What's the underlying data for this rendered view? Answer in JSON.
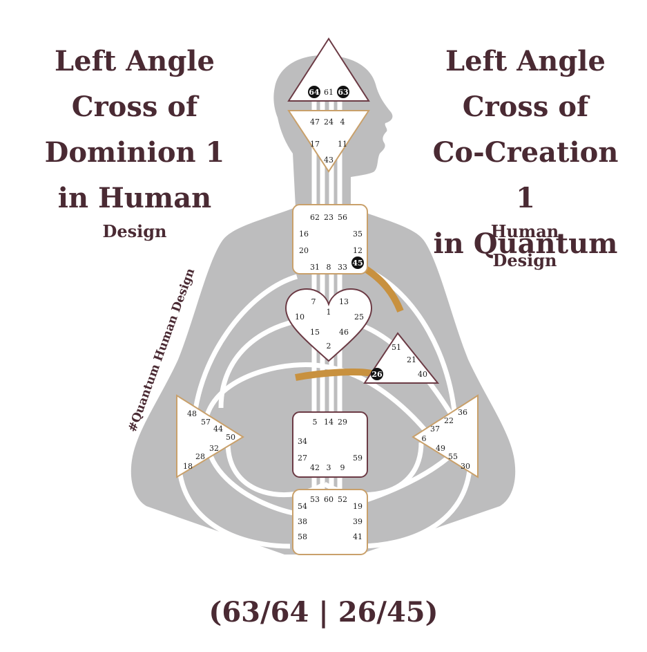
{
  "left_title": {
    "lines": [
      "Left Angle",
      "Cross of",
      "Dominion 1",
      "in Human"
    ],
    "sub": [
      "Design"
    ]
  },
  "right_title": {
    "lines": [
      "Left Angle",
      "Cross of",
      "Co-Creation 1",
      "in Quantum"
    ],
    "sub": [
      "Human",
      "Design"
    ]
  },
  "hashtag": "#Quantum Human Design",
  "formula": "(63/64 | 26/45)",
  "colors": {
    "text": "#4a2a33",
    "body": "#bdbdbe",
    "channel": "#c8913f",
    "center_border_gold": "#c9a06a",
    "center_border_maroon": "#6b3a44"
  },
  "centers": {
    "head": {
      "gates": [
        "64",
        "61",
        "63"
      ],
      "active": [
        "64",
        "63"
      ]
    },
    "ajna": {
      "gates": [
        "47",
        "24",
        "4",
        "17",
        "11",
        "43"
      ]
    },
    "throat": {
      "gates": [
        "62",
        "23",
        "56",
        "16",
        "35",
        "20",
        "12",
        "45",
        "31",
        "8",
        "33"
      ],
      "active": [
        "45"
      ]
    },
    "g": {
      "gates": [
        "7",
        "1",
        "13",
        "10",
        "25",
        "15",
        "46",
        "2"
      ]
    },
    "ego": {
      "gates": [
        "51",
        "21",
        "26",
        "40"
      ],
      "active": [
        "26"
      ]
    },
    "spleen": {
      "gates": [
        "48",
        "57",
        "44",
        "50",
        "32",
        "28",
        "18"
      ]
    },
    "sacral": {
      "gates": [
        "5",
        "14",
        "29",
        "34",
        "27",
        "59",
        "42",
        "3",
        "9"
      ]
    },
    "solar_plexus": {
      "gates": [
        "36",
        "22",
        "37",
        "6",
        "49",
        "55",
        "30"
      ]
    },
    "root": {
      "gates": [
        "53",
        "60",
        "52",
        "54",
        "19",
        "38",
        "39",
        "58",
        "41"
      ]
    }
  }
}
